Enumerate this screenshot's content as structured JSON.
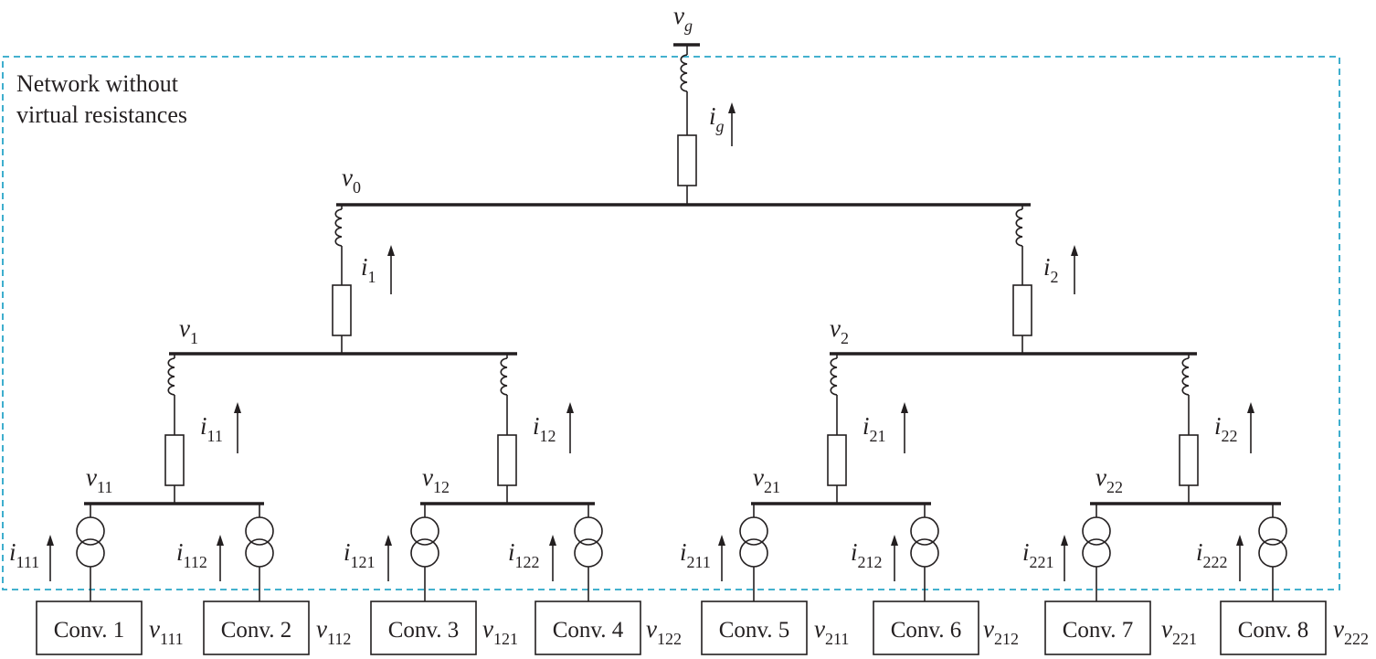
{
  "network_label": [
    "Network without",
    "virtual resistances"
  ],
  "voltage_symbol": "v",
  "current_symbol": "i",
  "grid": {
    "voltage_sub": "g",
    "current_sub": "g"
  },
  "buses": [
    {
      "id": "v0",
      "sub": "0"
    },
    {
      "id": "v1",
      "sub": "1"
    },
    {
      "id": "v2",
      "sub": "2"
    },
    {
      "id": "v11",
      "sub": "11"
    },
    {
      "id": "v12",
      "sub": "12"
    },
    {
      "id": "v21",
      "sub": "21"
    },
    {
      "id": "v22",
      "sub": "22"
    }
  ],
  "line_currents": [
    {
      "id": "i1",
      "sub": "1"
    },
    {
      "id": "i2",
      "sub": "2"
    },
    {
      "id": "i11",
      "sub": "11"
    },
    {
      "id": "i12",
      "sub": "12"
    },
    {
      "id": "i21",
      "sub": "21"
    },
    {
      "id": "i22",
      "sub": "22"
    }
  ],
  "converters": [
    {
      "label": "Conv. 1",
      "current_sub": "111",
      "voltage_sub": "111"
    },
    {
      "label": "Conv. 2",
      "current_sub": "112",
      "voltage_sub": "112"
    },
    {
      "label": "Conv. 3",
      "current_sub": "121",
      "voltage_sub": "121"
    },
    {
      "label": "Conv. 4",
      "current_sub": "122",
      "voltage_sub": "122"
    },
    {
      "label": "Conv. 5",
      "current_sub": "211",
      "voltage_sub": "211"
    },
    {
      "label": "Conv. 6",
      "current_sub": "212",
      "voltage_sub": "212"
    },
    {
      "label": "Conv. 7",
      "current_sub": "221",
      "voltage_sub": "221"
    },
    {
      "label": "Conv. 8",
      "current_sub": "222",
      "voltage_sub": "222"
    }
  ],
  "colors": {
    "ink": "#231f20",
    "boundary": "#2aa6c8"
  }
}
